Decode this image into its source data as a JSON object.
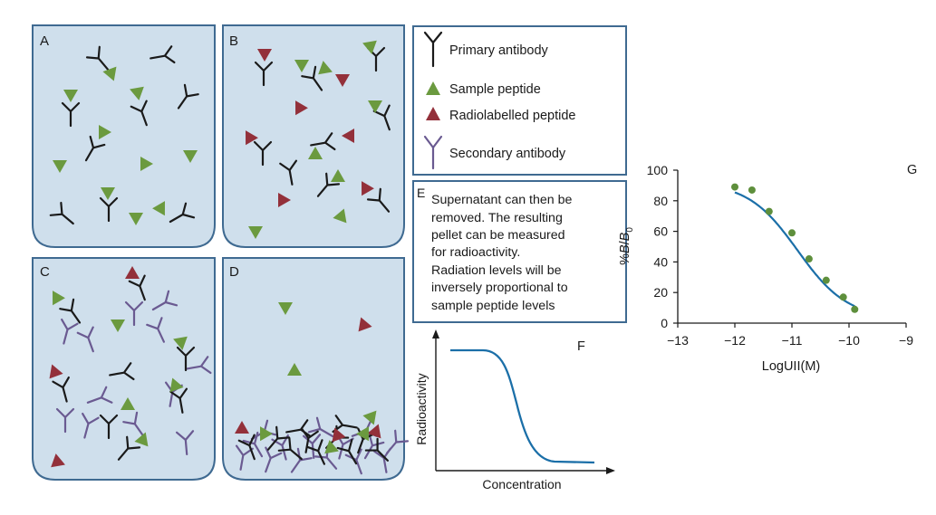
{
  "colors": {
    "beaker_fill": "#cfdfec",
    "beaker_stroke": "#3f6a91",
    "primary_antibody": "#1a1a1a",
    "secondary_antibody": "#6a5a91",
    "sample_peptide": "#6b9a3f",
    "radiolabelled_peptide": "#93303a",
    "curve": "#1b6fa8",
    "point": "#5e8f3c"
  },
  "panels": [
    {
      "letter": "A"
    },
    {
      "letter": "B"
    },
    {
      "letter": "C"
    },
    {
      "letter": "D"
    }
  ],
  "legend": {
    "items": [
      {
        "label": "Primary antibody",
        "icon": "primary-antibody-icon"
      },
      {
        "label": "Sample peptide",
        "icon": "green-triangle-icon"
      },
      {
        "label": "Radiolabelled peptide",
        "icon": "red-triangle-icon"
      },
      {
        "label": "Secondary antibody",
        "icon": "secondary-antibody-icon"
      }
    ]
  },
  "note": {
    "letter": "E",
    "lines": [
      "Supernatant can then be",
      "removed. The resulting",
      "pellet can be measured",
      "for radioactivity.",
      "Radiation levels will be",
      "inversely proportional to",
      "sample peptide levels"
    ]
  },
  "schematic": {
    "letter": "F",
    "xlabel": "Concentration",
    "ylabel": "Radioactivity"
  },
  "chart_data": {
    "type": "scatter",
    "panel_letter": "G",
    "xlabel": "LogUII(M)",
    "ylabel_prefix": "%",
    "ylabel_italic": "B",
    "ylabel_sep": "/",
    "ylabel_italic2": "B",
    "ylabel_sub": "0",
    "xlim": [
      -13,
      -9
    ],
    "ylim": [
      0,
      100
    ],
    "xticks": [
      -13,
      -12,
      -11,
      -10,
      -9
    ],
    "xtick_labels": [
      "−13",
      "−12",
      "−11",
      "−10",
      "−9"
    ],
    "yticks": [
      0,
      20,
      40,
      60,
      80,
      100
    ],
    "ytick_labels": [
      "0",
      "20",
      "40",
      "60",
      "80",
      "100"
    ],
    "points": [
      {
        "x": -12.0,
        "y": 89
      },
      {
        "x": -11.7,
        "y": 87
      },
      {
        "x": -11.4,
        "y": 73
      },
      {
        "x": -11.0,
        "y": 59
      },
      {
        "x": -10.7,
        "y": 42
      },
      {
        "x": -10.4,
        "y": 28
      },
      {
        "x": -10.1,
        "y": 17
      },
      {
        "x": -9.9,
        "y": 9
      }
    ],
    "fit": {
      "top": 92,
      "bottom": 3,
      "logIC50": -10.9,
      "hill": 1.0,
      "x_from": -12.0,
      "x_to": -9.9
    },
    "grid": false,
    "legend": "none"
  }
}
